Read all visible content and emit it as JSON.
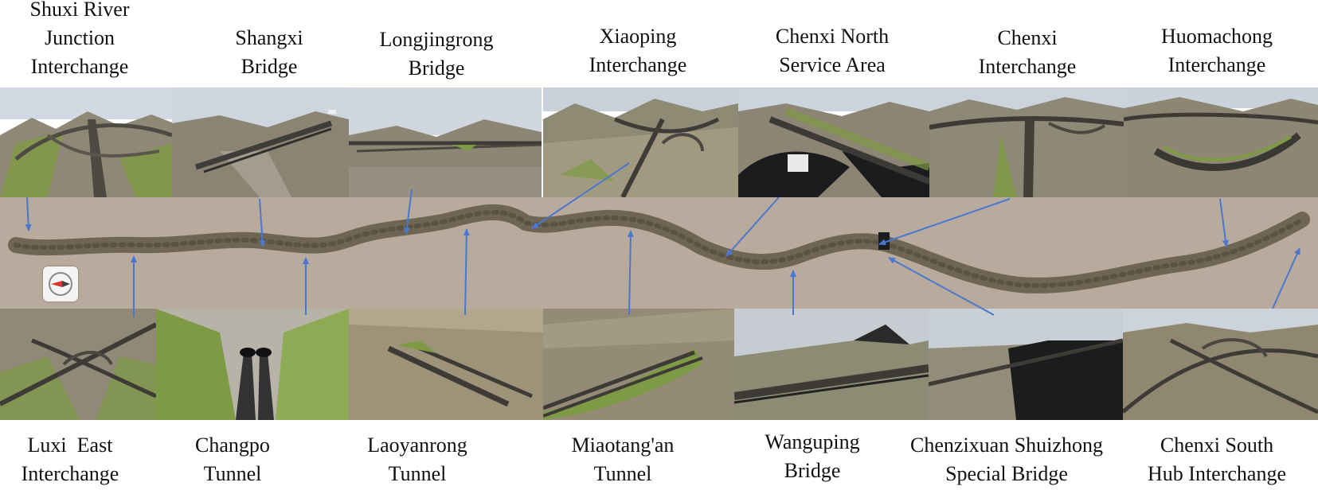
{
  "top_labels": [
    {
      "lines": [
        "Shuxi River",
        "Junction",
        "Interchange"
      ]
    },
    {
      "lines": [
        "Shangxi",
        "Bridge"
      ]
    },
    {
      "lines": [
        "Longjingrong",
        "Bridge"
      ]
    },
    {
      "lines": [
        "Xiaoping",
        "Interchange"
      ]
    },
    {
      "lines": [
        "Chenxi North",
        "Service Area"
      ]
    },
    {
      "lines": [
        "Chenxi",
        "Interchange"
      ]
    },
    {
      "lines": [
        "Huomachong",
        "Interchange"
      ]
    }
  ],
  "bottom_labels": [
    {
      "lines": [
        "Luxi  East",
        "Interchange"
      ]
    },
    {
      "lines": [
        "Changpo",
        "Tunnel"
      ]
    },
    {
      "lines": [
        "Laoyanrong",
        "Tunnel"
      ]
    },
    {
      "lines": [
        "Miaotang'an",
        "Tunnel"
      ]
    },
    {
      "lines": [
        "Wanguping",
        "Bridge"
      ]
    },
    {
      "lines": [
        "Chenzixuan Shuizhong",
        "Special Bridge"
      ]
    },
    {
      "lines": [
        "Chenxi South",
        "Hub Interchange"
      ]
    }
  ],
  "colors": {
    "arrow": "#4a78d0",
    "road": "#6f6553",
    "strip_background": "#b8aa9c",
    "terrain": "#8b8271",
    "grass": "#7f9a45",
    "sky": "#c9d3df",
    "water": "#1b1c1e"
  },
  "icons": [
    "compass-icon"
  ]
}
